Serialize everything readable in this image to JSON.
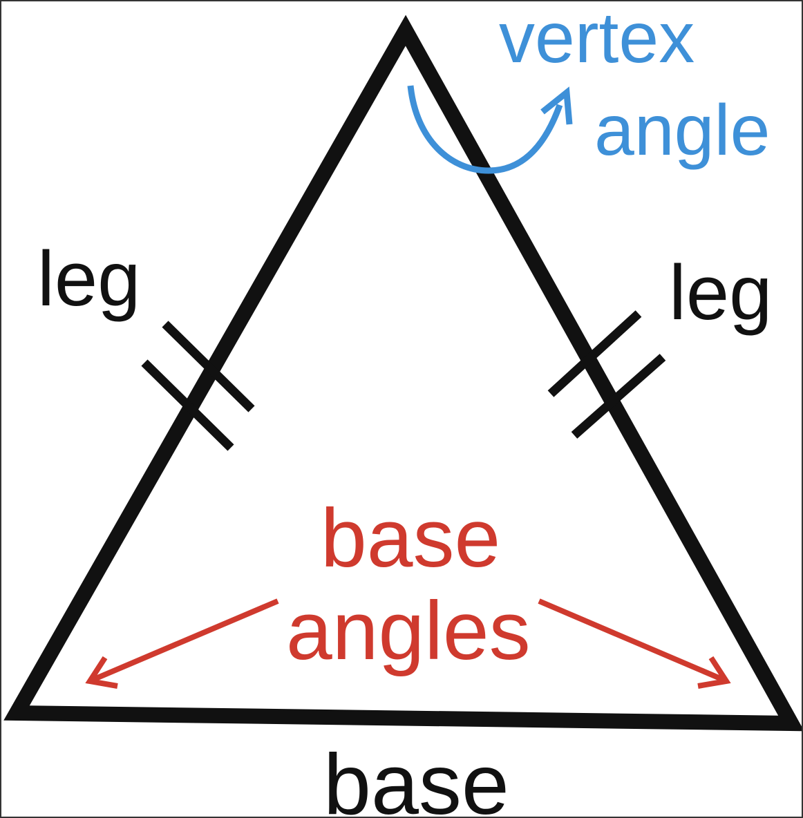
{
  "labels": {
    "vertex_line1": "vertex",
    "vertex_line2": "angle",
    "leg_left": "leg",
    "leg_right": "leg",
    "base_angles_line1": "base",
    "base_angles_line2": "angles",
    "base": "base"
  },
  "colors": {
    "triangle": "#111111",
    "vertex": "#3e90d8",
    "base_angles": "#cf3a2e"
  }
}
